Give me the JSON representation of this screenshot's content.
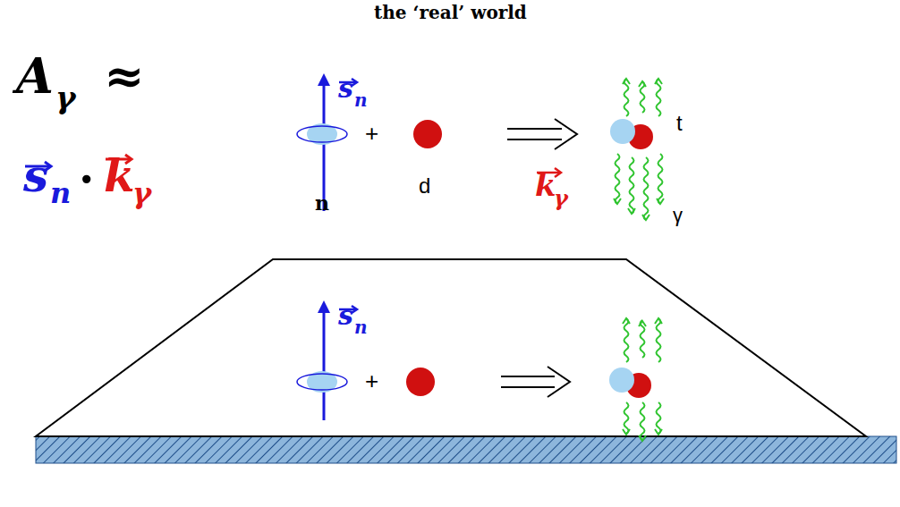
{
  "diagram": {
    "title": "the ‘real’ world",
    "labels": [
      "A",
      "γ",
      "≈",
      "s",
      "n",
      "·",
      "k",
      "γ",
      "s",
      "n",
      "n",
      "+",
      "d",
      "t",
      "k",
      "γ",
      "γ",
      "s",
      "n",
      "+"
    ]
  }
}
